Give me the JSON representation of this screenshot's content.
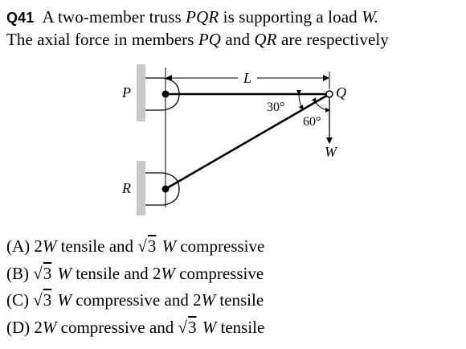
{
  "question": {
    "number": "Q41",
    "line1_a": "A two-member truss",
    "line1_b": "PQR",
    "line1_c": "is supporting a load",
    "line1_d": "W.",
    "line2_a": "The axial force in members",
    "line2_b": "PQ",
    "line2_c": "and",
    "line2_d": "QR",
    "line2_e": "are respectively"
  },
  "figure": {
    "label_P": "P",
    "label_Q": "Q",
    "label_R": "R",
    "label_L": "L",
    "label_W": "W",
    "angle_30": "30°",
    "angle_60": "60°"
  },
  "options": [
    {
      "tag": "(A)",
      "a": "2",
      "b": "W",
      "c": "tensile and",
      "d": "√",
      "e": "3",
      "f": "W",
      "g": "compressive"
    },
    {
      "tag": "(B)",
      "a": "√",
      "b": "3",
      "c": "W",
      "d": "tensile and 2",
      "e": "W",
      "f": "compressive"
    },
    {
      "tag": "(C)",
      "a": "√",
      "b": "3",
      "c": "W",
      "d": "compressive and 2",
      "e": "W",
      "f": "tensile"
    },
    {
      "tag": "(D)",
      "a": "2",
      "b": "W",
      "c": "compressive and",
      "d": "√",
      "e": "3",
      "f": "W",
      "g": "tensile"
    }
  ]
}
